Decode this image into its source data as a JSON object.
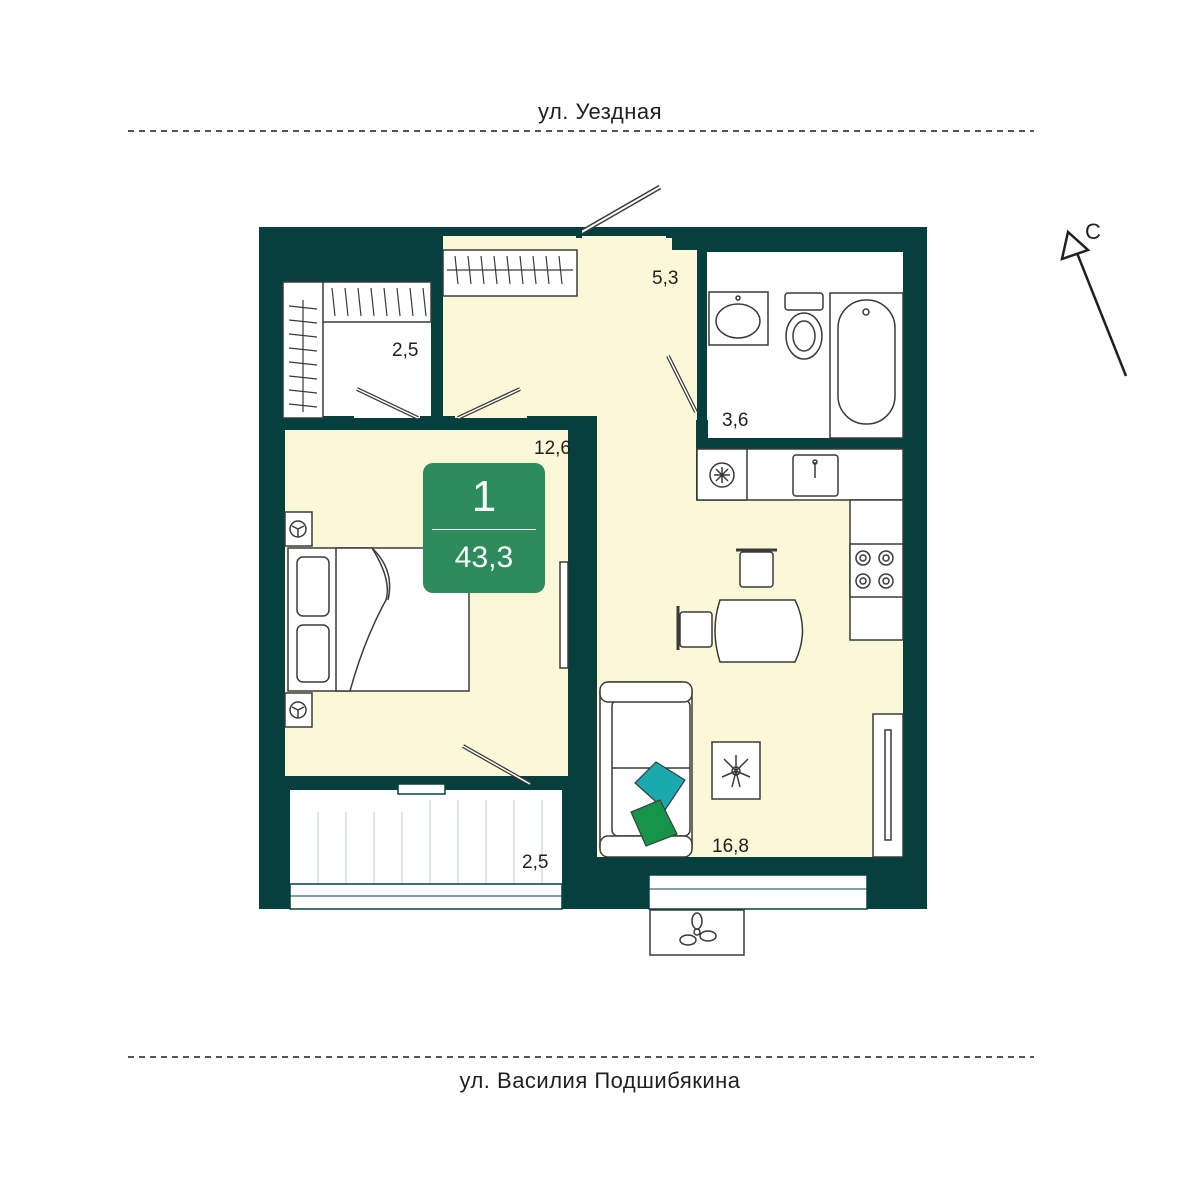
{
  "streets": {
    "top": "ул. Уездная",
    "bottom": "ул. Василия Подшибякина"
  },
  "compass": {
    "label": "С"
  },
  "apartment": {
    "rooms": "1",
    "total_area": "43,3"
  },
  "rooms": [
    {
      "id": "hall",
      "area": "5,3"
    },
    {
      "id": "wardrobe",
      "area": "2,5"
    },
    {
      "id": "bedroom",
      "area": "12,6"
    },
    {
      "id": "bathroom",
      "area": "3,6"
    },
    {
      "id": "living-kitchen",
      "area": "16,8"
    },
    {
      "id": "balcony",
      "area": "2,5"
    }
  ],
  "colors": {
    "wall": "#05403f",
    "floor": "#fbf8d7",
    "badge": "#2c8c5c",
    "pillow_teal": "#1ba9b0",
    "pillow_green": "#16944a",
    "line": "#3a3a3a"
  },
  "icons": [
    "compass-arrow-icon",
    "bed-icon",
    "sofa-icon",
    "toilet-icon",
    "bathtub-icon",
    "sink-icon",
    "stove-icon",
    "fridge-icon",
    "table-icon",
    "chair-icon",
    "air-conditioner-icon",
    "tv-icon",
    "plant-icon",
    "nightstand-icon",
    "wardrobe-icon"
  ]
}
